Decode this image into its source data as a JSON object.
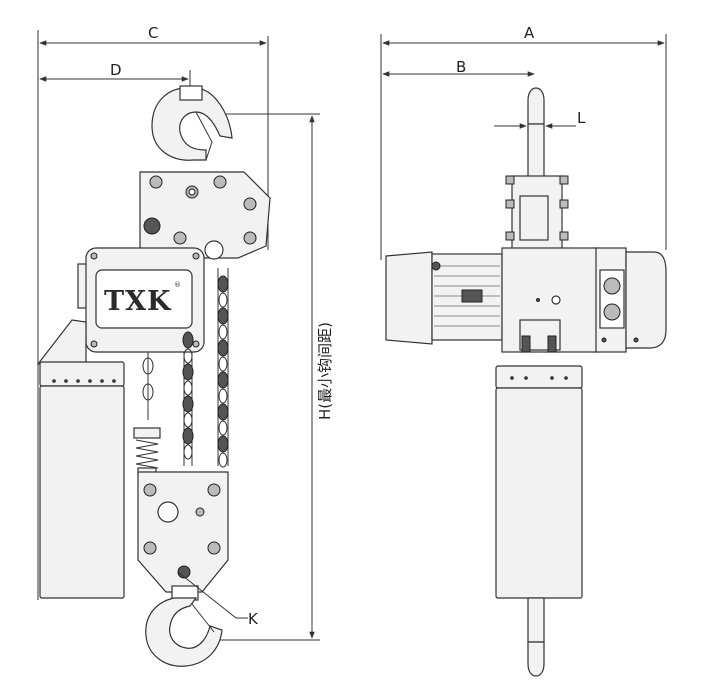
{
  "labels": {
    "dim_a": "A",
    "dim_b": "B",
    "dim_c": "C",
    "dim_d": "D",
    "dim_k": "K",
    "dim_l": "L",
    "dim_h": "H(最小钩间距)"
  },
  "brand": {
    "name": "TXK",
    "registered_mark": "®"
  },
  "colors": {
    "line": "#333333",
    "body_fill": "#f2f2f2",
    "dark_fill": "#555555"
  }
}
